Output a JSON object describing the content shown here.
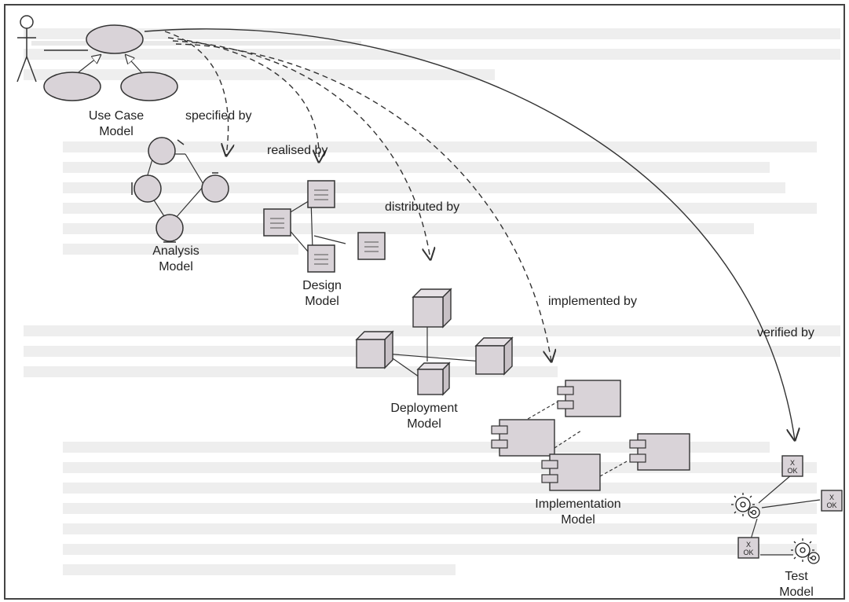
{
  "labels": {
    "use_case_model": [
      "Use Case",
      "Model"
    ],
    "analysis_model": [
      "Analysis",
      "Model"
    ],
    "design_model": [
      "Design",
      "Model"
    ],
    "deployment_model": [
      "Deployment",
      "Model"
    ],
    "implementation_model": [
      "Implementation",
      "Model"
    ],
    "test_model": [
      "Test",
      "Model"
    ]
  },
  "relations": {
    "specified_by": "specified by",
    "realised_by": "realised by",
    "distributed_by": "distributed by",
    "implemented_by": "implemented by",
    "verified_by": "verified by"
  },
  "test_case_label": [
    "X",
    "OK"
  ],
  "colors": {
    "shape_fill": "#d9d3d8",
    "stroke": "#333333",
    "background": "#ffffff"
  }
}
